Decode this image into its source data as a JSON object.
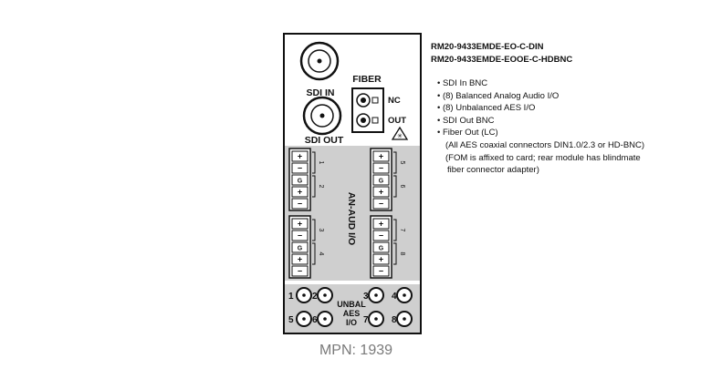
{
  "models": [
    "RM20-9433EMDE-EO-C-DIN",
    "RM20-9433EMDE-EOOE-C-HDBNC"
  ],
  "features": [
    "• SDI In BNC",
    "• (8) Balanced Analog Audio I/O",
    "• (8) Unbalanced AES I/O",
    "• SDI Out BNC",
    "• Fiber Out (LC)",
    "(All AES coaxial connectors DIN1.0/2.3 or HD-BNC)",
    "(FOM is affixed to card; rear module has blindmate",
    "fiber connector adapter)"
  ],
  "panel": {
    "sdi_in": "SDI IN",
    "sdi_out": "SDI OUT",
    "fiber": "FIBER",
    "nc": "NC",
    "out": "OUT",
    "audio_label": "AN-AUD I/O",
    "channels_left": [
      "1",
      "2",
      "3",
      "4"
    ],
    "channels_right": [
      "5",
      "6",
      "7",
      "8"
    ],
    "pin_symbols": [
      "+",
      "−",
      "G",
      "+",
      "−"
    ],
    "aes_numbers": [
      "1",
      "2",
      "3",
      "4",
      "5",
      "6",
      "7",
      "8"
    ],
    "aes_label": [
      "UNBAL",
      "AES",
      "I/O"
    ],
    "laser_symbol": "✳"
  },
  "mpn": "MPN: 1939",
  "colors": {
    "panel_gray": "#cfcfcf",
    "outline": "#111111",
    "mpn_text": "#7a7a7a"
  }
}
